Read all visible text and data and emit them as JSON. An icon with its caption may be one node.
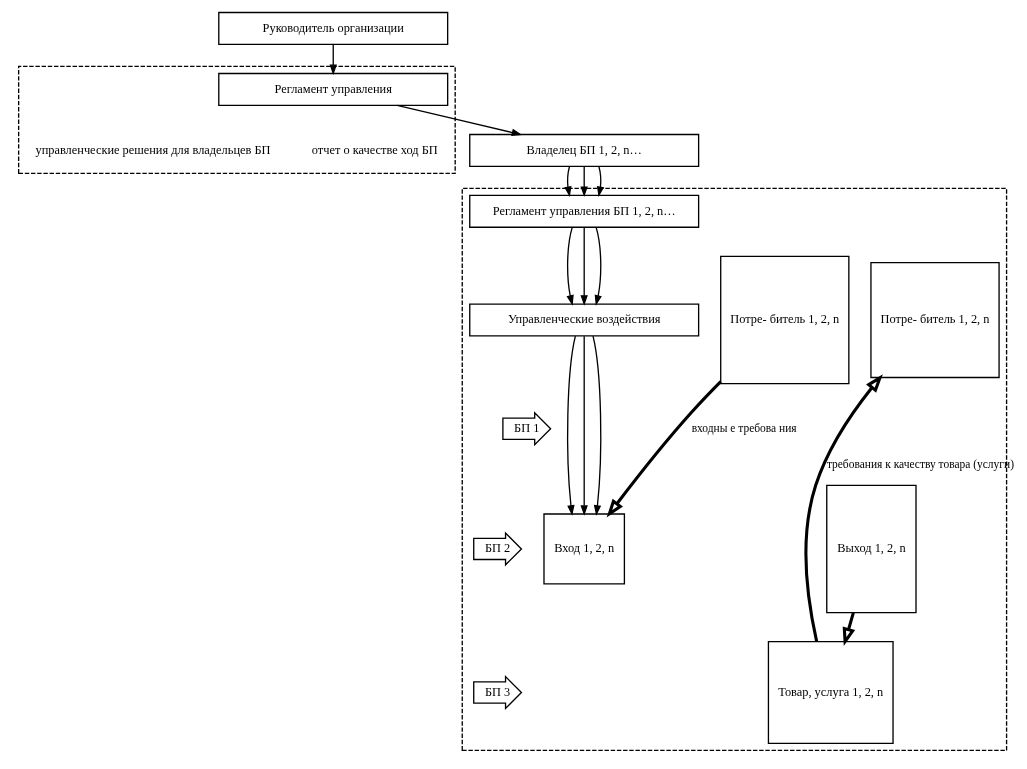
{
  "diagram": {
    "nodes": [
      {
        "text": [],
        "shape": "box"
      },
      {
        "text": [
          "Руководитель организации"
        ]
      },
      {
        "text": [
          "Регламент управления"
        ],
        "in": 0
      },
      {
        "text": [],
        "shape": "box"
      },
      {
        "text": [
          "Владелец БП 1, 2, n…"
        ]
      },
      {
        "text": [
          "Регламент управления БП 1, 2, n…"
        ],
        "in": 3
      },
      {
        "text": [
          "Управленческие воздействия"
        ],
        "in": 3
      },
      {
        "text": [
          "Потре- битель 1, 2, n"
        ],
        "in": 3
      },
      {
        "text": [
          "Вход 1, 2, n"
        ],
        "in": 3
      },
      {
        "text": [
          "БП 1"
        ],
        "in": 3
      },
      {
        "text": [
          "БП 2"
        ],
        "in": 3
      },
      {
        "text": [
          "БП 3"
        ],
        "in": 3
      },
      {
        "text": [
          "Выход 1, 2, n"
        ],
        "in": 3
      },
      {
        "text": [
          "Потре- битель 1, 2, n"
        ],
        "in": 3
      },
      {
        "text": [
          "Товар, услуга 1, 2, n"
        ],
        "in": 3
      }
    ],
    "edges": [
      {
        "from": 1,
        "to": 2,
        "arrow": "to"
      },
      {
        "from": 2,
        "to": 4,
        "arrow": "to"
      },
      {
        "from": 4,
        "to": 5,
        "arrow": "to"
      },
      {
        "from": 4,
        "to": 5,
        "arrow": "to"
      },
      {
        "from": 4,
        "to": 5,
        "arrow": "to"
      },
      {
        "from": 5,
        "to": 6,
        "arrow": "to"
      },
      {
        "from": 5,
        "to": 6,
        "arrow": "to"
      },
      {
        "from": 5,
        "to": 6,
        "arrow": "to"
      },
      {
        "from": 6,
        "to": 8,
        "arrow": "to"
      },
      {
        "from": 6,
        "to": 8,
        "arrow": "to"
      },
      {
        "from": 6,
        "to": 8,
        "arrow": "to"
      },
      {
        "from": 7,
        "to": 8,
        "arrow": "to",
        "style": "thick",
        "label": "входны е требова ния"
      },
      {
        "from": 12,
        "to": 14,
        "arrow": "to",
        "style": "thick"
      },
      {
        "from": 14,
        "to": 13,
        "arrow": "to",
        "style": "thick",
        "label": "требования к качеству товара (услуги)"
      }
    ],
    "labels": [
      "управленческие решения для владельцев БП",
      "отчет о качестве ход БП"
    ]
  }
}
